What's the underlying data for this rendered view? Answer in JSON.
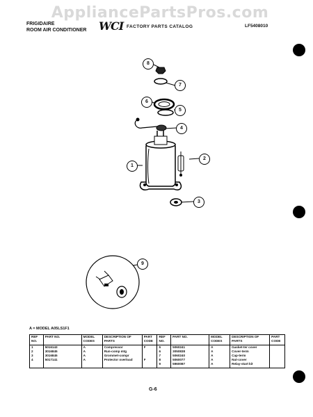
{
  "watermark": "AppliancePartsPros.com",
  "header": {
    "brand": "FRIGIDAIRE",
    "product": "ROOM AIR CONDITIONER",
    "logo": "WCI",
    "catalog": "FACTORY PARTS CATALOG",
    "catalog_no": "LF5408010"
  },
  "callouts": [
    "1",
    "2",
    "3",
    "4",
    "5",
    "6",
    "7",
    "8",
    "9"
  ],
  "note": "A = MODEL A05LS1F1",
  "table": {
    "headers": {
      "ref": "REF NO.",
      "part": "PART NO.",
      "model": "MODEL CODES",
      "desc": "DESCRIPTION OF PARTS",
      "code": "PART CODE"
    },
    "left_rows": [
      {
        "ref": "1",
        "part": "5016143",
        "model": "A",
        "desc": "Compressor",
        "code": "F"
      },
      {
        "ref": "2",
        "part": "3016845",
        "model": "A",
        "desc": "Run-comp mtg",
        "code": ""
      },
      {
        "ref": "3",
        "part": "3016845",
        "model": "A",
        "desc": "Grommet-compr",
        "code": ""
      },
      {
        "ref": "4",
        "part": "5017141",
        "model": "A",
        "desc": "Protector overload",
        "code": "F"
      }
    ],
    "right_rows": [
      {
        "ref": "5",
        "part": "5060241",
        "model": "A",
        "desc": "Gasket-ter cover",
        "code": ""
      },
      {
        "ref": "6",
        "part": "3050838",
        "model": "A",
        "desc": "Cover-term",
        "code": ""
      },
      {
        "ref": "7",
        "part": "5060240",
        "model": "A",
        "desc": "Cap-term",
        "code": ""
      },
      {
        "ref": "8",
        "part": "5060077",
        "model": "A",
        "desc": "Nut-cover",
        "code": ""
      },
      {
        "ref": "9",
        "part": "5960087",
        "model": "A",
        "desc": "Relay-start kit",
        "code": ""
      }
    ]
  },
  "page_number": "G-6"
}
